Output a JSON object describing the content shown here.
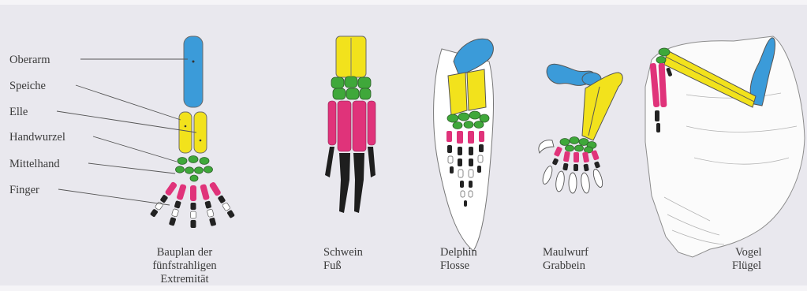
{
  "colors": {
    "humerus": "#3b9bd9",
    "radius_ulna": "#f2e21c",
    "carpals": "#3fa83a",
    "metacarpals": "#e0337a",
    "phalanges": "#222222",
    "wing": "#fbfbfb",
    "background": "#e9e8ee"
  },
  "labels": {
    "oberarm": "Oberarm",
    "speiche": "Speiche",
    "elle": "Elle",
    "handwurzel": "Handwurzel",
    "mittelhand": "Mittelhand",
    "finger": "Finger"
  },
  "captions": {
    "bauplan": [
      "Bauplan der",
      "fünfstrahligen",
      "Extremität"
    ],
    "schwein": [
      "Schwein",
      "Fuß"
    ],
    "delphin": [
      "Delphin",
      "Flosse"
    ],
    "maulwurf": [
      "Maulwurf",
      "Grabbein"
    ],
    "vogel": [
      "Vogel",
      "Flügel"
    ]
  }
}
